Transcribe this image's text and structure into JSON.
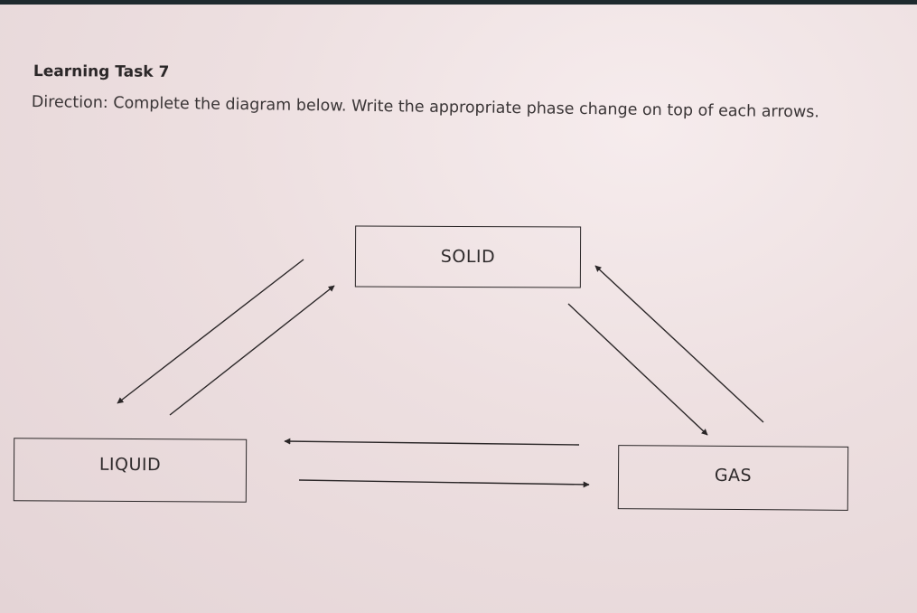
{
  "worksheet": {
    "title": "Learning Task 7",
    "direction": "Direction: Complete the diagram below. Write the appropriate phase change on top of each arrows."
  },
  "diagram": {
    "states": {
      "solid": "SOLID",
      "liquid": "LIQUID",
      "gas": "GAS"
    },
    "arrows": [
      {
        "from": "SOLID",
        "to": "LIQUID",
        "label": ""
      },
      {
        "from": "LIQUID",
        "to": "SOLID",
        "label": ""
      },
      {
        "from": "SOLID",
        "to": "GAS",
        "label": ""
      },
      {
        "from": "GAS",
        "to": "SOLID",
        "label": ""
      },
      {
        "from": "GAS",
        "to": "LIQUID",
        "label": ""
      },
      {
        "from": "LIQUID",
        "to": "GAS",
        "label": ""
      }
    ]
  },
  "colors": {
    "paper": "#eddfe0",
    "ink": "#2a2627",
    "background": "#1e2a2e"
  }
}
